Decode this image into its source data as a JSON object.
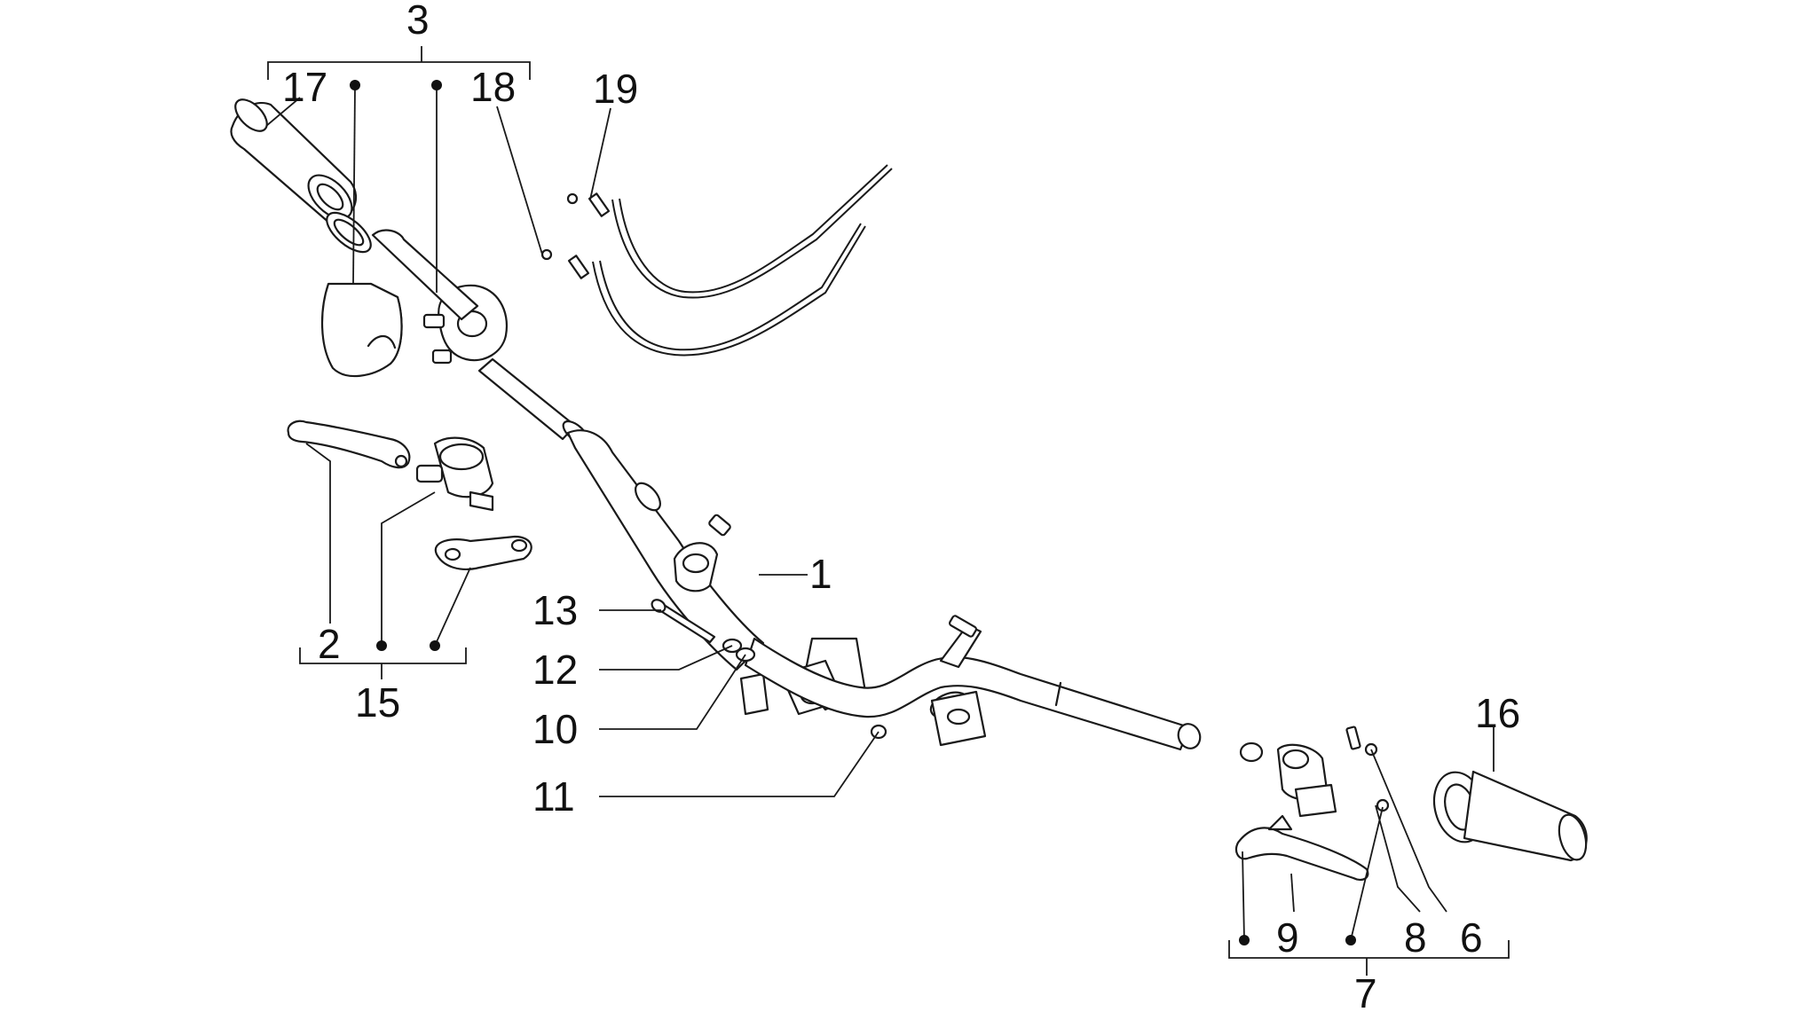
{
  "colors": {
    "line": "#1a1a1a",
    "background": "#ffffff",
    "part_shade": "#f2f2f2"
  },
  "callouts": {
    "c1": "1",
    "c2": "2",
    "c3": "3",
    "c6": "6",
    "c7": "7",
    "c8": "8",
    "c9": "9",
    "c10": "10",
    "c11": "11",
    "c12": "12",
    "c13": "13",
    "c15": "15",
    "c16": "16",
    "c17": "17",
    "c18": "18",
    "c19": "19"
  }
}
